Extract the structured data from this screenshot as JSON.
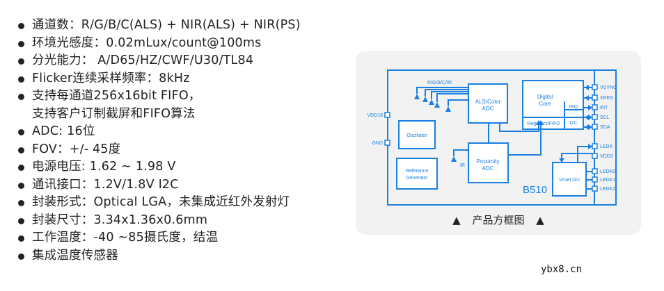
{
  "specs": [
    {
      "lines": [
        "通道数：R/G/B/C(ALS) + NIR(ALS) + NIR(PS)"
      ]
    },
    {
      "lines": [
        "环境光感度：0.02mLux/count@100ms"
      ]
    },
    {
      "lines": [
        "分光能力： A/D65/HZ/CWF/U30/TL84"
      ]
    },
    {
      "lines": [
        "Flicker连续采样频率：8kHz"
      ]
    },
    {
      "lines": [
        "支持每通道256x16bit FIFO，",
        "支持客户订制截屏和FIFO算法"
      ]
    },
    {
      "lines": [
        "ADC: 16位"
      ]
    },
    {
      "lines": [
        "FOV：+/- 45度"
      ]
    },
    {
      "lines": [
        "电源电压: 1.62 ~ 1.98 V"
      ]
    },
    {
      "lines": [
        "通讯接口：1.2V/1.8V I2C"
      ]
    },
    {
      "lines": [
        "封装形式：Optical LGA，未集成近红外发射灯"
      ]
    },
    {
      "lines": [
        "封装尺寸：3.34x1.36x0.6mm"
      ]
    },
    {
      "lines": [
        "工作温度：-40 ~85摄氏度，结温"
      ]
    },
    {
      "lines": [
        "集成温度传感器"
      ]
    }
  ],
  "diagram": {
    "accent_color": "#1a7fe0",
    "chip_name": "B510",
    "photodiode_label": "R/G/B/C/IR",
    "ir_label": "IR",
    "blocks": {
      "als_adc": [
        "ALS/Color",
        "ADC"
      ],
      "digital_core": [
        "Digital",
        "Core"
      ],
      "irq": "IRQ",
      "i2c": "I2C",
      "registers": "Registers/FIFO",
      "oscillator": "Oscillator",
      "reference": [
        "Reference",
        "Generator"
      ],
      "proximity_adc": [
        "Proximity",
        "ADC"
      ],
      "vcsel_drv": "Vcsel Drv"
    },
    "pins_left": [
      "VDD18",
      "GND"
    ],
    "pins_right": [
      "VSYNC",
      "XRES",
      "INT",
      "SCL",
      "SDA",
      "LEDA",
      "VDD3",
      "LEDK0",
      "LEDK1",
      "LEDK2"
    ],
    "caption": {
      "marker": "▲",
      "text": "产品方框图"
    }
  },
  "watermark": "ybx8.cn"
}
